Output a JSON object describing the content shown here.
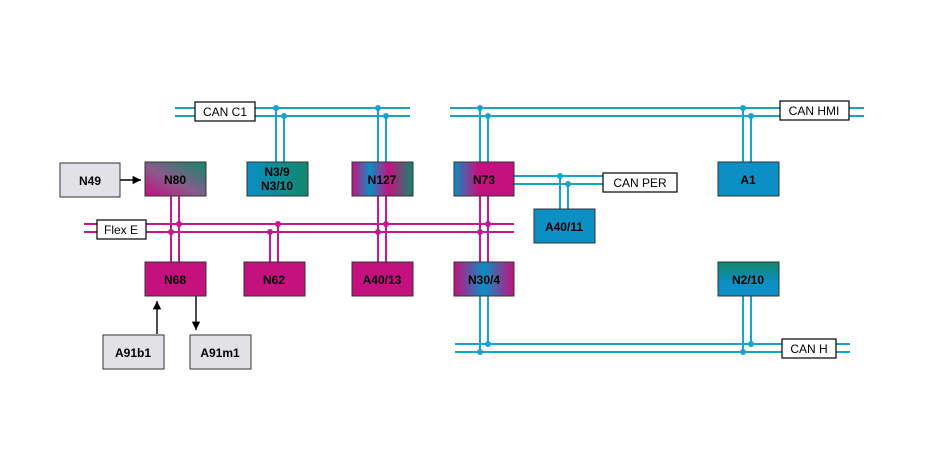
{
  "colors": {
    "can_bus": "#1aa3c8",
    "flex_bus": "#c21a8c",
    "can_node": "#0b8fc4",
    "flex_node": "#c4117f",
    "green": "#12876a",
    "gray_node": "#e2e2e6",
    "arrow": "#000000"
  },
  "bus_labels": {
    "can_c1": "CAN C1",
    "can_hmi": "CAN HMI",
    "can_per": "CAN PER",
    "flex_e": "Flex E",
    "can_h": "CAN H"
  },
  "nodes": {
    "n49": "N49",
    "n80": "N80",
    "n3_9": "N3/9",
    "n3_10": "N3/10",
    "n127": "N127",
    "n73": "N73",
    "a1": "A1",
    "a40_11": "A40/11",
    "n68": "N68",
    "n62": "N62",
    "a40_13": "A40/13",
    "n30_4": "N30/4",
    "n2_10": "N2/10",
    "a91b1": "A91b1",
    "a91m1": "A91m1"
  }
}
